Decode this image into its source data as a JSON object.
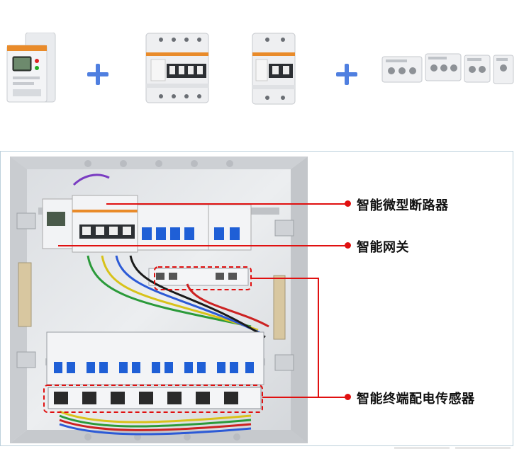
{
  "callouts": {
    "breaker_label": "智能微型断路器",
    "gateway_label": "智能网关",
    "sensor_label": "智能终端配电传感器"
  },
  "colors": {
    "plus": "#4f7fe0",
    "callout_red": "#e01010",
    "frame_border": "#bcd0dc",
    "cabinet_gray": "#e4e6e9",
    "breaker_blue": "#1f5fd6",
    "label_orange": "#f08a2a"
  },
  "icons": [
    "plus-icon",
    "plus-icon"
  ],
  "products": [
    "energy-meter",
    "four-pole-smart-breaker",
    "two-pole-smart-breaker",
    "terminal-sensors"
  ]
}
